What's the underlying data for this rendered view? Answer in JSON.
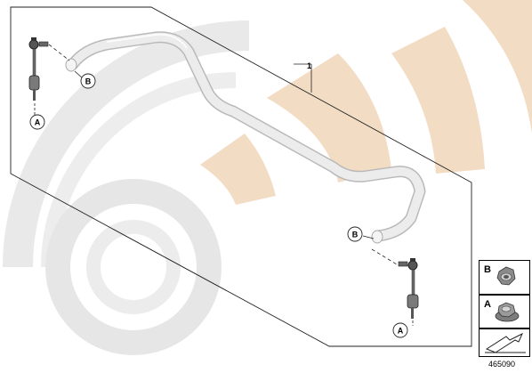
{
  "diagram": {
    "part_number_label": "1",
    "callout_a": "A",
    "callout_b": "B",
    "image_number": "465090",
    "watermark_color": "#f3dcc4",
    "watermark_gray": "#e6e6e6",
    "bar_color": "#e8e8e8",
    "bar_outline": "#b9b9b9"
  },
  "legend": {
    "items": [
      {
        "letter": "B",
        "icon": "flange-nut-icon"
      },
      {
        "letter": "A",
        "icon": "flange-nut-icon"
      }
    ],
    "footer_icon": "arrow-icon"
  }
}
